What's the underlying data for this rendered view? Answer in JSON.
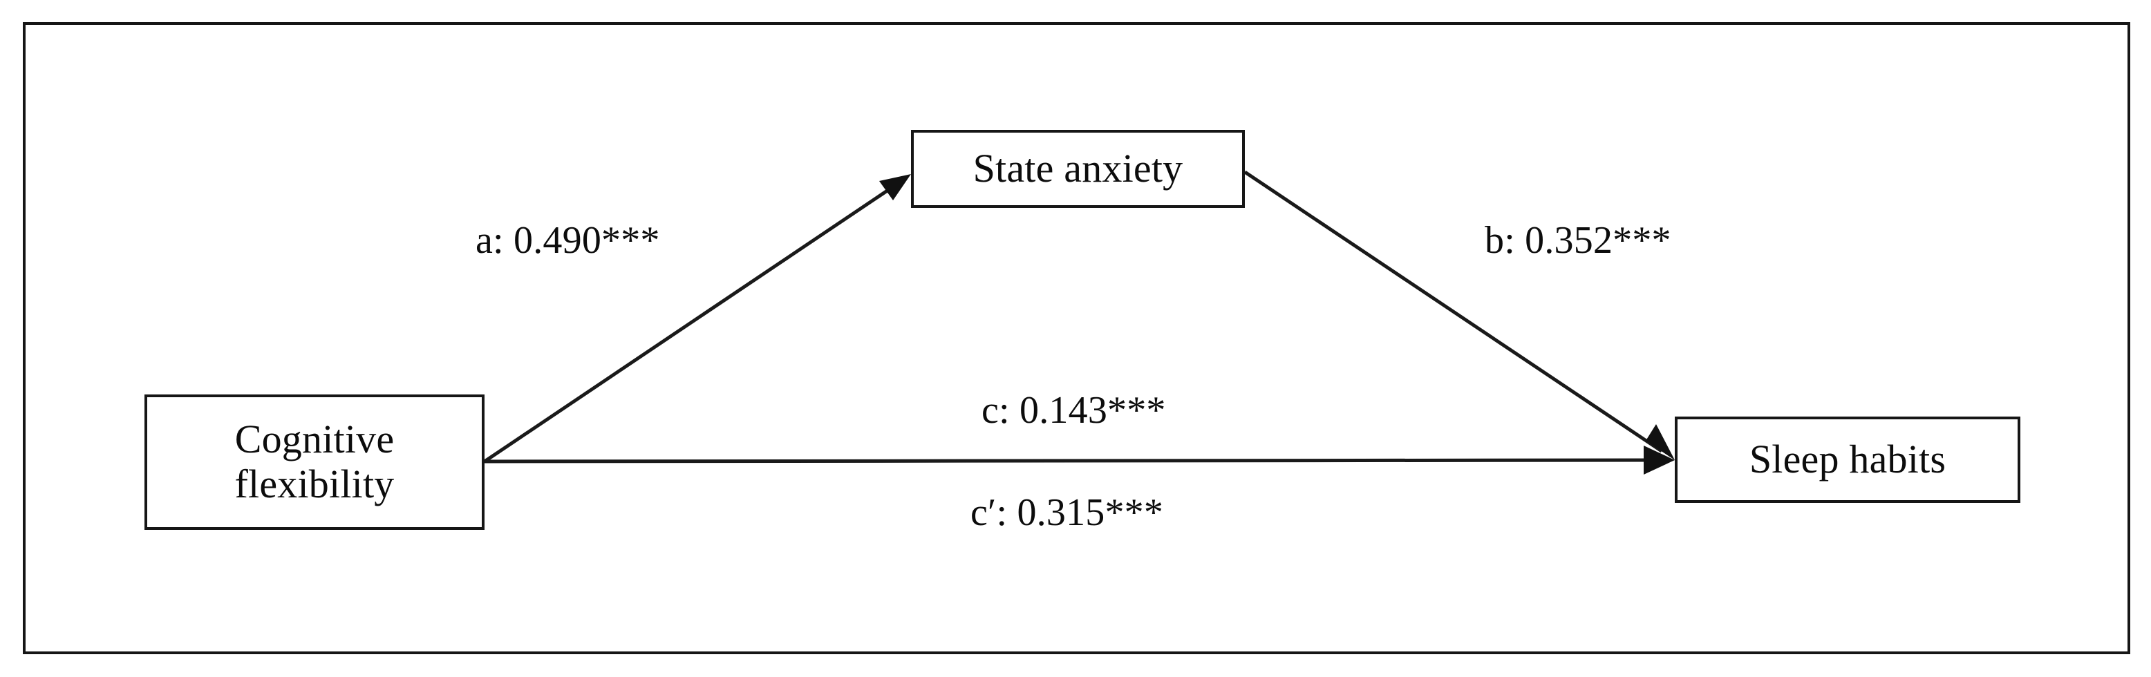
{
  "figure": {
    "type": "mediation-path-diagram",
    "frame": {
      "border_color": "#161616",
      "background": "#ffffff"
    }
  },
  "nodes": [
    {
      "id": "cognitive-flexibility",
      "label": "Cognitive\nflexibility",
      "role": "predictor"
    },
    {
      "id": "state-anxiety",
      "label": "State anxiety",
      "role": "mediator"
    },
    {
      "id": "sleep-habits",
      "label": "Sleep habits",
      "role": "outcome"
    }
  ],
  "paths": [
    {
      "id": "a",
      "label": "a: 0.490***",
      "coefficient_text": "0.490",
      "coefficient": 0.49,
      "significance": "***",
      "from": "cognitive-flexibility",
      "to": "state-anxiety"
    },
    {
      "id": "b",
      "label": "b: 0.352***",
      "coefficient_text": "0.352",
      "coefficient": 0.352,
      "significance": "***",
      "from": "state-anxiety",
      "to": "sleep-habits"
    },
    {
      "id": "c",
      "label": "c: 0.143***",
      "coefficient_text": "0.143",
      "coefficient": 0.143,
      "significance": "***",
      "from": "cognitive-flexibility",
      "to": "sleep-habits"
    },
    {
      "id": "c-prime",
      "label": "c′: 0.315***",
      "coefficient_text": "0.315",
      "coefficient": 0.315,
      "significance": "***",
      "from": "cognitive-flexibility",
      "to": "sleep-habits"
    }
  ],
  "chart_data": {
    "type": "diagram",
    "title": "",
    "categories": [
      "a",
      "b",
      "c",
      "c′"
    ],
    "values": [
      0.49,
      0.352,
      0.143,
      0.315
    ],
    "labels": [
      "a: 0.490***",
      "b: 0.352***",
      "c: 0.143***",
      "c′: 0.315***"
    ],
    "nodes": [
      "Cognitive flexibility",
      "State anxiety",
      "Sleep habits"
    ],
    "edges": [
      {
        "from": "Cognitive flexibility",
        "to": "State anxiety",
        "label": "a: 0.490***"
      },
      {
        "from": "State anxiety",
        "to": "Sleep habits",
        "label": "b: 0.352***"
      },
      {
        "from": "Cognitive flexibility",
        "to": "Sleep habits",
        "label": "c: 0.143***"
      },
      {
        "from": "Cognitive flexibility",
        "to": "Sleep habits",
        "label": "c′: 0.315***"
      }
    ]
  }
}
